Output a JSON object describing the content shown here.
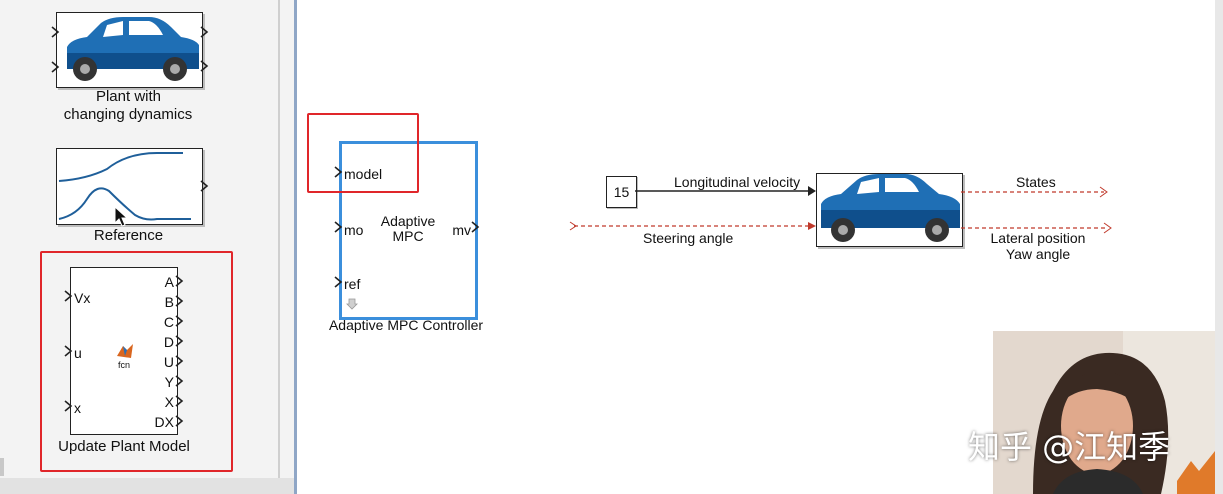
{
  "library": {
    "plant_label_line1": "Plant with",
    "plant_label_line2": "changing dynamics",
    "reference_label": "Reference",
    "update_block": {
      "inputs": [
        "Vx",
        "u",
        "x"
      ],
      "outputs": [
        "A",
        "B",
        "C",
        "D",
        "U",
        "Y",
        "X",
        "DX"
      ],
      "icon_caption": "fcn",
      "label": "Update Plant Model"
    }
  },
  "model": {
    "mpc_block": {
      "inputs": [
        "model",
        "mo",
        "ref"
      ],
      "output": "mv",
      "title_line1": "Adaptive",
      "title_line2": "MPC",
      "label": "Adaptive MPC Controller"
    },
    "constant_value": "15",
    "signals": {
      "longitudinal": "Longitudinal velocity",
      "steering": "Steering angle",
      "states": "States",
      "lateral": "Lateral position",
      "yaw": "Yaw angle"
    }
  },
  "overlay": {
    "watermark": "知乎 @江知季"
  },
  "colors": {
    "highlight": "#e0262a",
    "car_body": "#1f6fb5",
    "car_dark": "#0f4f8c",
    "selection": "#3b8fdc",
    "dashed_signal": "#c0392b"
  }
}
